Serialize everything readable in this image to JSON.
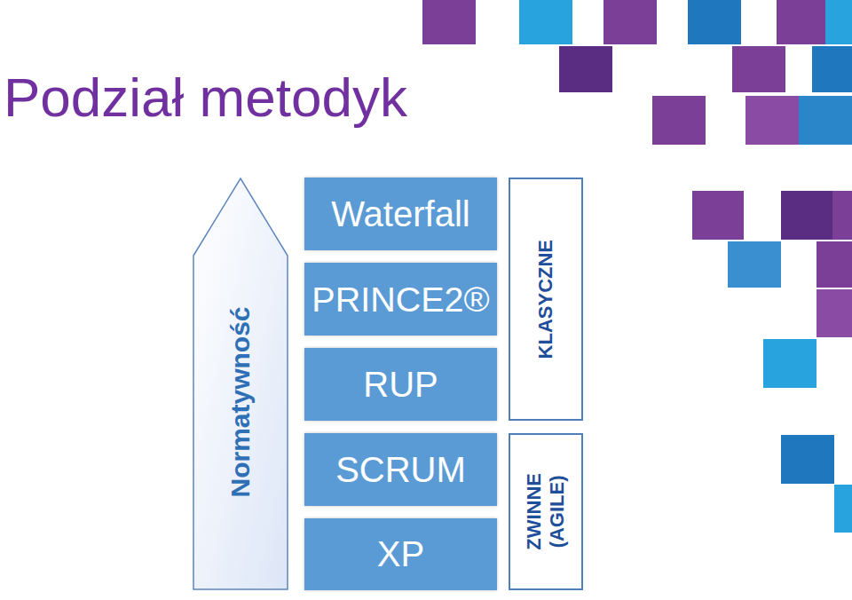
{
  "diagram": {
    "title": "Podział metodyk",
    "nodes": [
      {
        "text": [
          "Normatywność"
        ]
      },
      {
        "text": [
          "Waterfall"
        ]
      },
      {
        "text": [
          "PRINCE2®"
        ]
      },
      {
        "text": [
          "RUP"
        ]
      },
      {
        "text": [
          "SCRUM"
        ]
      },
      {
        "text": [
          "XP"
        ]
      },
      {
        "text": [
          "KLASYCZNE"
        ]
      },
      {
        "text": [
          "ZWINNE (AGILE)"
        ]
      }
    ]
  }
}
